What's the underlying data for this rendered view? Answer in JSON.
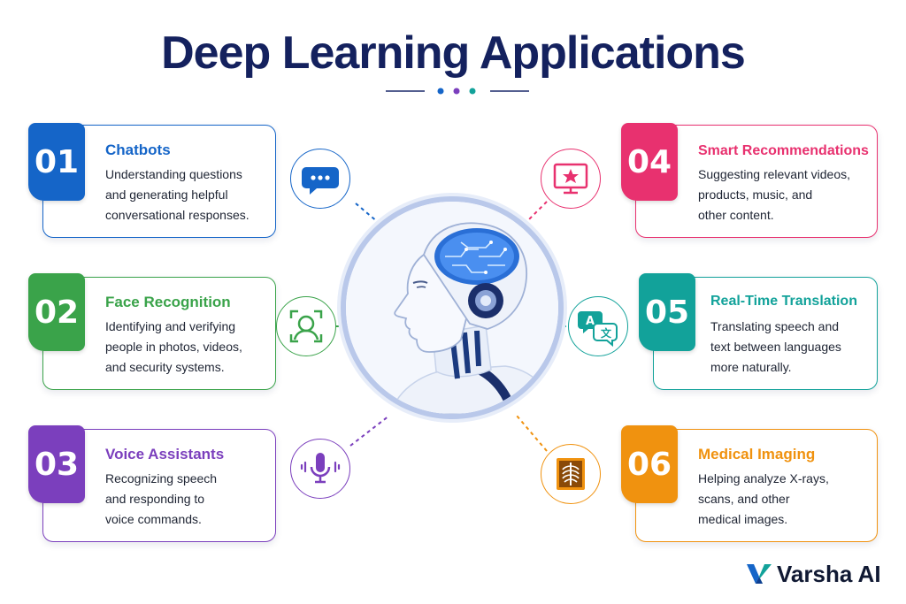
{
  "title": "Deep Learning Applications",
  "colors": {
    "title": "#14215e",
    "blue": "#1565c8",
    "green": "#3aa34a",
    "purple": "#7b3fbd",
    "pink": "#e8316f",
    "teal": "#12a29a",
    "orange": "#f0920f"
  },
  "cards": [
    {
      "number": "01",
      "title": "Chatbots",
      "description": "Understanding questions\nand generating helpful\nconversational responses.",
      "icon": "chat-bubble-icon"
    },
    {
      "number": "02",
      "title": "Face Recognition",
      "description": "Identifying and verifying\npeople in photos, videos,\nand security systems.",
      "icon": "face-scan-icon"
    },
    {
      "number": "03",
      "title": "Voice Assistants",
      "description": "Recognizing speech\nand responding to\nvoice commands.",
      "icon": "microphone-icon"
    },
    {
      "number": "04",
      "title": "Smart Recommendations",
      "description": "Suggesting relevant videos,\nproducts, music, and\nother content.",
      "icon": "monitor-star-icon"
    },
    {
      "number": "05",
      "title": "Real-Time Translation",
      "description": "Translating speech and\ntext between languages\nmore naturally.",
      "icon": "translate-icon"
    },
    {
      "number": "06",
      "title": "Medical Imaging",
      "description": "Helping analyze X-rays,\nscans, and other\nmedical images.",
      "icon": "xray-icon"
    }
  ],
  "center": {
    "icon": "ai-robot-head-icon"
  },
  "logo": {
    "text": "Varsha AI",
    "icon": "varsha-v-logo-icon"
  }
}
